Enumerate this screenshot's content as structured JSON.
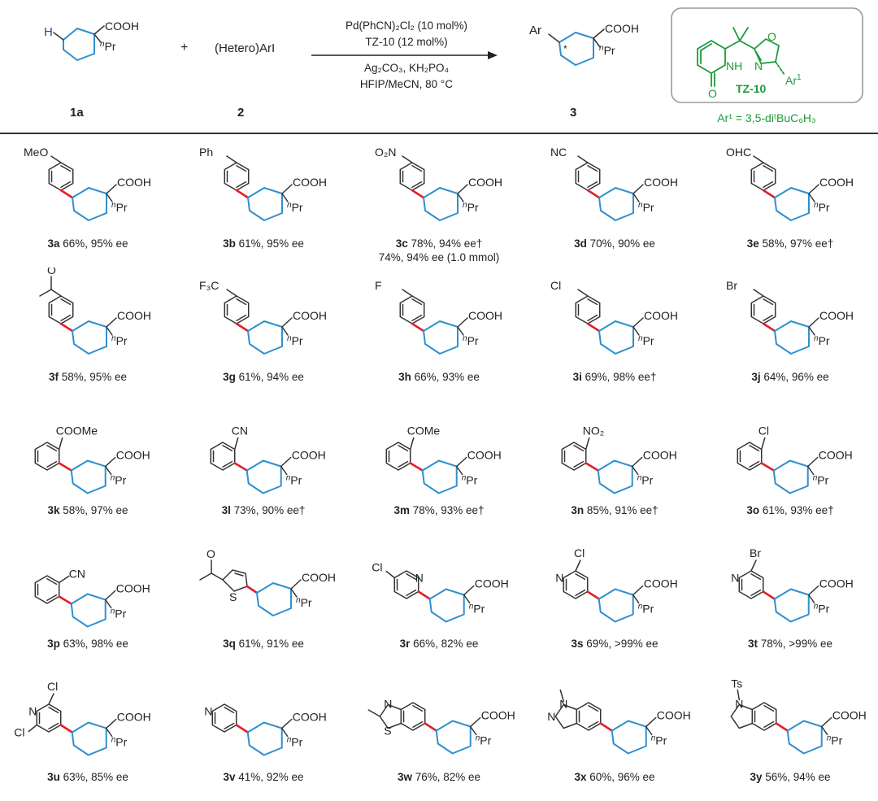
{
  "reaction": {
    "reagents_line1": "Pd(PhCN)₂Cl₂ (10 mol%)",
    "reagents_line2": "TZ-10 (12 mol%)",
    "reagents_line3": "Ag₂CO₃, KH₂PO₄",
    "reagents_line4": "HFIP/MeCN, 80 °C",
    "plus": "+",
    "reactant1": {
      "label": "1a",
      "h_atom": "H",
      "cooh": "COOH",
      "alkyl_prefix": "n",
      "alkyl": "Pr"
    },
    "reactant2": {
      "label": "2",
      "text": "(Hetero)ArI"
    },
    "product": {
      "label": "3",
      "ar": "Ar",
      "star": "*",
      "cooh": "COOH",
      "alkyl_prefix": "n",
      "alkyl": "Pr"
    },
    "ligand": {
      "name": "TZ-10",
      "nh": "NH",
      "n": "N",
      "o_ring": "O",
      "o_carbonyl": "O",
      "ar1": "Ar",
      "ar1_sup": "1",
      "ar1_def": "Ar¹ = 3,5-diᵗBuC₆H₃"
    }
  },
  "colors": {
    "core": "#2f8fd0",
    "new_bond": "#e0202a",
    "ligand": "#1f9a3a",
    "ink": "#333333"
  },
  "common": {
    "cooh": "COOH",
    "alkyl_prefix": "n",
    "alkyl": "Pr"
  },
  "products": [
    {
      "id": "3a",
      "result": "66%, 95% ee",
      "sub": "MeO",
      "kind": "para"
    },
    {
      "id": "3b",
      "result": "61%, 95% ee",
      "sub": "Ph",
      "kind": "para"
    },
    {
      "id": "3c",
      "result": "78%, 94% ee†",
      "sub": "O₂N",
      "kind": "para",
      "note": "74%, 94% ee (1.0 mmol)"
    },
    {
      "id": "3d",
      "result": "70%, 90% ee",
      "sub": "NC",
      "kind": "para"
    },
    {
      "id": "3e",
      "result": "58%, 97% ee†",
      "sub": "OHC",
      "kind": "para"
    },
    {
      "id": "3f",
      "result": "58%, 95% ee",
      "sub": "O",
      "kind": "para-acetyl"
    },
    {
      "id": "3g",
      "result": "61%, 94% ee",
      "sub": "F₃C",
      "kind": "para"
    },
    {
      "id": "3h",
      "result": "66%, 93% ee",
      "sub": "F",
      "kind": "para"
    },
    {
      "id": "3i",
      "result": "69%, 98% ee†",
      "sub": "Cl",
      "kind": "para"
    },
    {
      "id": "3j",
      "result": "64%, 96% ee",
      "sub": "Br",
      "kind": "para"
    },
    {
      "id": "3k",
      "result": "58%, 97% ee",
      "sub": "COOMe",
      "kind": "meta"
    },
    {
      "id": "3l",
      "result": "73%, 90% ee†",
      "sub": "CN",
      "kind": "meta"
    },
    {
      "id": "3m",
      "result": "78%, 93% ee†",
      "sub": "COMe",
      "kind": "meta"
    },
    {
      "id": "3n",
      "result": "85%, 91% ee†",
      "sub": "NO₂",
      "kind": "meta"
    },
    {
      "id": "3o",
      "result": "61%, 93% ee†",
      "sub": "Cl",
      "kind": "meta"
    },
    {
      "id": "3p",
      "result": "63%, 98% ee",
      "sub": "CN",
      "kind": "ortho"
    },
    {
      "id": "3q",
      "result": "61%, 91% ee",
      "sub": "O",
      "kind": "thiophene",
      "hetero": "S"
    },
    {
      "id": "3r",
      "result": "66%, 82% ee",
      "sub": "Cl",
      "kind": "pyridine-3",
      "hetero": "N"
    },
    {
      "id": "3s",
      "result": "69%, >99% ee",
      "sub": "Cl",
      "kind": "pyridine-4",
      "hetero": "N"
    },
    {
      "id": "3t",
      "result": "78%, >99% ee",
      "sub": "Br",
      "kind": "pyridine-4",
      "hetero": "N"
    },
    {
      "id": "3u",
      "result": "63%, 85% ee",
      "sub": "Cl",
      "sub2": "Cl",
      "kind": "pyridine-4-dicl",
      "hetero": "N"
    },
    {
      "id": "3v",
      "result": "41%, 92% ee",
      "sub": "",
      "kind": "pyridine-4h",
      "hetero": "N"
    },
    {
      "id": "3w",
      "result": "76%, 82% ee",
      "sub": "",
      "kind": "benzothiazole",
      "hetero": "N",
      "hetero2": "S"
    },
    {
      "id": "3x",
      "result": "60%, 96% ee",
      "sub": "",
      "kind": "indazole",
      "hetero": "N",
      "hetero2": "N"
    },
    {
      "id": "3y",
      "result": "56%, 94% ee",
      "sub": "Ts",
      "kind": "indole",
      "hetero": "N"
    }
  ]
}
